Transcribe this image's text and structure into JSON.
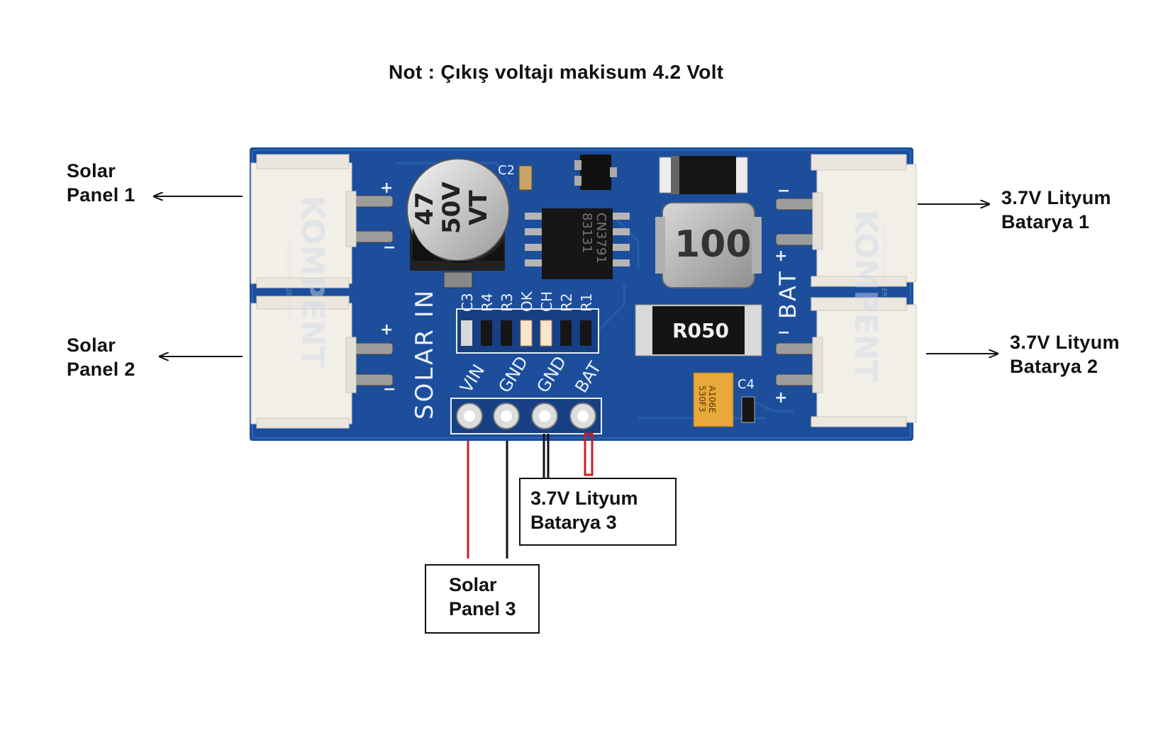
{
  "note": "Not : Çıkış voltajı makisum 4.2 Volt",
  "left_labels": [
    {
      "line1": "Solar",
      "line2": "Panel 1"
    },
    {
      "line1": "Solar",
      "line2": "Panel 2"
    }
  ],
  "right_labels": [
    {
      "line1": "3.7V Lityum",
      "line2": "Batarya 1"
    },
    {
      "line1": "3.7V Lityum",
      "line2": "Batarya 2"
    }
  ],
  "bottom_boxes": {
    "battery3": {
      "line1": "3.7V Lityum",
      "line2": "Batarya 3"
    },
    "solar3": {
      "line1": "Solar",
      "line2": "Panel 3"
    }
  },
  "board": {
    "silk_solar_in": "SOLAR IN",
    "silk_bat": "BAT",
    "pin_labels": [
      "VIN",
      "GND",
      "GND",
      "BAT"
    ],
    "component_labels": [
      "C3",
      "R4",
      "R3",
      "OK",
      "CH",
      "R2",
      "R1"
    ],
    "c2_label": "C2",
    "c4_label": "C4",
    "capacitor_text": [
      "47",
      "50V",
      "VT"
    ],
    "chip_text": [
      "CN3791",
      "83131"
    ],
    "inductor_text": "100",
    "resistor_text": "R050",
    "tantalum_text": [
      "A106E",
      "530F3"
    ],
    "watermark": "KOMPENT",
    "watermark_sub": "ROBOTİK MALZEMELER",
    "colors": {
      "pcb": "#1c4e9c",
      "pcb_dark": "#153d80",
      "connector": "#f2efe8",
      "wire_red": "#cc1f1f",
      "wire_black": "#111111"
    }
  }
}
